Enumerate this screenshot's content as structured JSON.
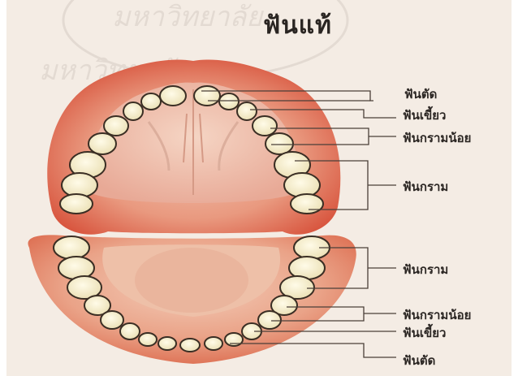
{
  "title": "ฟันแท้",
  "labels": {
    "upper": {
      "incisor": "ฟันตัด",
      "canine": "ฟันเขี้ยว",
      "premolar": "ฟันกรามน้อย",
      "molar": "ฟันกราม"
    },
    "lower": {
      "molar": "ฟันกราม",
      "premolar": "ฟันกรามน้อย",
      "canine": "ฟันเขี้ยว",
      "incisor": "ฟันตัด"
    }
  },
  "watermark": "มหาวิทยาลัย"
}
